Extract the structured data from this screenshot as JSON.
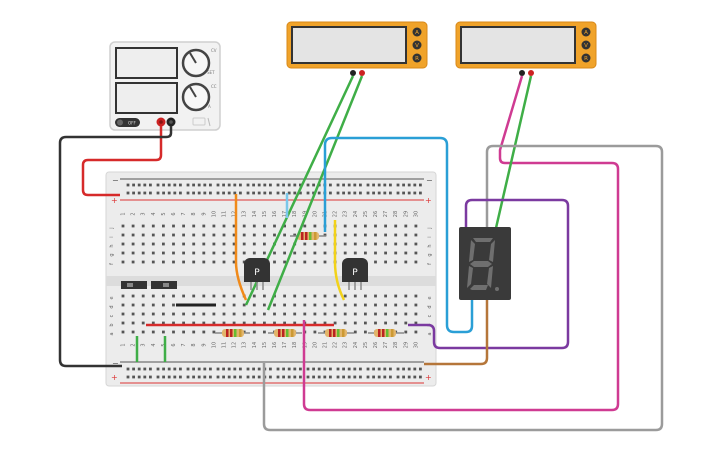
{
  "power_supply": {
    "off_label": "OFF",
    "knob_labels": [
      "CV",
      "SET",
      "CC",
      "A"
    ]
  },
  "multimeters": [
    {
      "modes": [
        "A",
        "V",
        "R"
      ],
      "selected": "V"
    },
    {
      "modes": [
        "A",
        "V",
        "R"
      ],
      "selected": "A"
    }
  ],
  "breadboard": {
    "row_labels_top": [
      "j",
      "i",
      "h",
      "g",
      "f"
    ],
    "row_labels_bottom": [
      "e",
      "d",
      "c",
      "b",
      "a"
    ],
    "column_numbers": [
      "1",
      "2",
      "3",
      "4",
      "5",
      "6",
      "7",
      "8",
      "9",
      "10",
      "11",
      "12",
      "13",
      "14",
      "15",
      "16",
      "17",
      "18",
      "19",
      "20",
      "21",
      "22",
      "23",
      "24",
      "25",
      "26",
      "27",
      "28",
      "29",
      "30"
    ],
    "rail_plus": "+",
    "rail_minus": "−"
  },
  "transistors": [
    {
      "label": "P"
    },
    {
      "label": "P"
    }
  ],
  "display": {
    "digit": "8"
  },
  "colors": {
    "red_wire": "#d62a2a",
    "green_wire": "#3fae47",
    "blue_wire": "#2a9fd6",
    "orange_wire": "#f08a1a",
    "yellow_wire": "#f2d21a",
    "purple_wire": "#7b3aa0",
    "magenta_wire": "#cf3b92",
    "gray_wire": "#9b9b9b",
    "black_wire": "#333333",
    "brown_wire": "#b5763a",
    "meter_body": "#f0a32a"
  }
}
